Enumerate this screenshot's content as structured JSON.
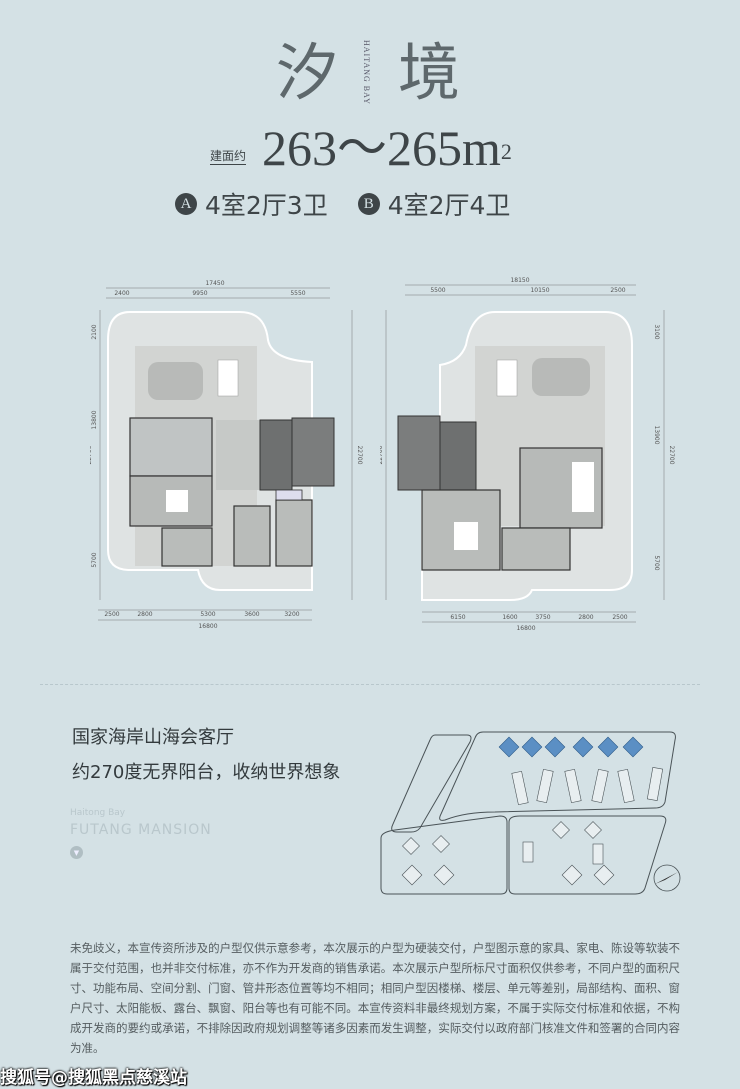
{
  "title": {
    "char1": "汐",
    "char2": "境",
    "english_vertical": "HAITANG BAY"
  },
  "area": {
    "label": "建面约",
    "value": "263～265m",
    "unit_sup": "2"
  },
  "layouts": [
    {
      "badge": "A",
      "rooms": "4室2厅3卫"
    },
    {
      "badge": "B",
      "rooms": "4室2厅4卫"
    }
  ],
  "plan_a": {
    "top_total": "17450",
    "top_segments": [
      "2400",
      "9950",
      "5550"
    ],
    "bottom_segments": [
      "2500",
      "2800",
      "5300",
      "3600",
      "3200"
    ],
    "bottom_total": "16800",
    "left_segments": [
      "2100",
      "13800",
      "5700"
    ],
    "left_total": "22700",
    "right_total": "22700"
  },
  "plan_b": {
    "top_total": "18150",
    "top_segments": [
      "5500",
      "10150",
      "2500"
    ],
    "bottom_segments": [
      "6150",
      "1600",
      "3750",
      "2800",
      "2500"
    ],
    "bottom_total": "16800",
    "right_segments": [
      "3100",
      "13900",
      "5700"
    ],
    "right_total": "22700",
    "left_total": "22700"
  },
  "headline": {
    "line1": "国家海岸山海会客厅",
    "line2": "约270度无界阳台，收纳世界想象"
  },
  "brand": {
    "small": "Haitong Bay",
    "big": "FUTANG MANSION"
  },
  "colors": {
    "background": "#d4e1e5",
    "text": "#3e4548",
    "highlight_building": "#5b8fc4"
  },
  "disclaimer": "未免歧义，本宣传资所涉及的户型仅供示意参考，本次展示的户型为硬装交付，户型图示意的家具、家电、陈设等软装不属于交付范围，也并非交付标准，亦不作为开发商的销售承诺。本次展示户型所标尺寸面积仅供参考，不同户型的面积尺寸、功能布局、空间分割、门窗、管井形态位置等均不相同；相同户型因楼梯、楼层、单元等差别，局部结构、面积、窗户尺寸、太阳能板、露台、飘窗、阳台等也有可能不同。本宣传资料非最终规划方案，不属于实际交付标准和依据，不构成开发商的要约或承诺，不排除因政府规划调整等诸多因素而发生调整，实际交付以政府部门核准文件和签署的合同内容为准。",
  "watermark": "搜狐号@搜狐黑点慈溪站"
}
